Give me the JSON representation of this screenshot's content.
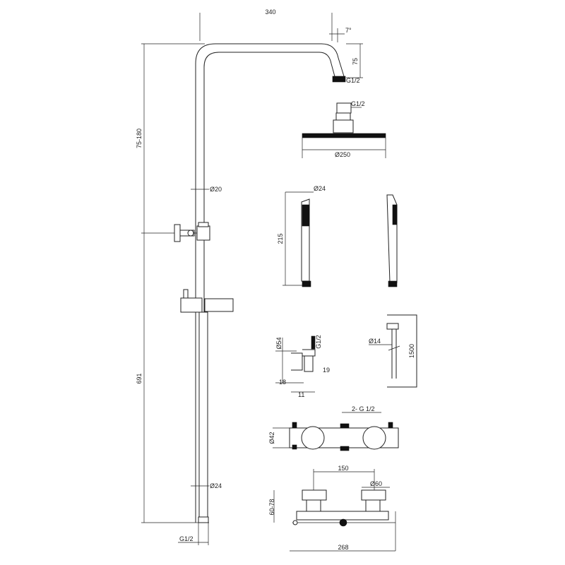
{
  "drawing": {
    "labels": {
      "arm_length": "340",
      "arm_angle": "7°",
      "arm_drop": "75",
      "arm_thread": "G1/2",
      "column_height": "75-180",
      "column_diameter_top": "Ø20",
      "column_height_lower": "691",
      "column_diameter_bottom": "Ø24",
      "inlet_thread": "G1/2",
      "head_thread": "G1/2",
      "head_diameter": "Ø250",
      "hand_shower_diameter": "Ø24",
      "hand_shower_length": "215",
      "elbow_diameter": "Ø54",
      "elbow_thread": "G1/2",
      "elbow_dim_19": "19",
      "elbow_dim_18": "18",
      "elbow_dim_11": "11",
      "hose_diameter": "Ø14",
      "hose_length": "1500",
      "valve_outlets": "2- G 1/2",
      "valve_diameter": "Ø42",
      "valve_centers": "150",
      "valve_escutcheon": "Ø60",
      "valve_depth": "60-78",
      "valve_width": "268"
    },
    "colors": {
      "line": "#222222",
      "background": "#ffffff"
    }
  }
}
